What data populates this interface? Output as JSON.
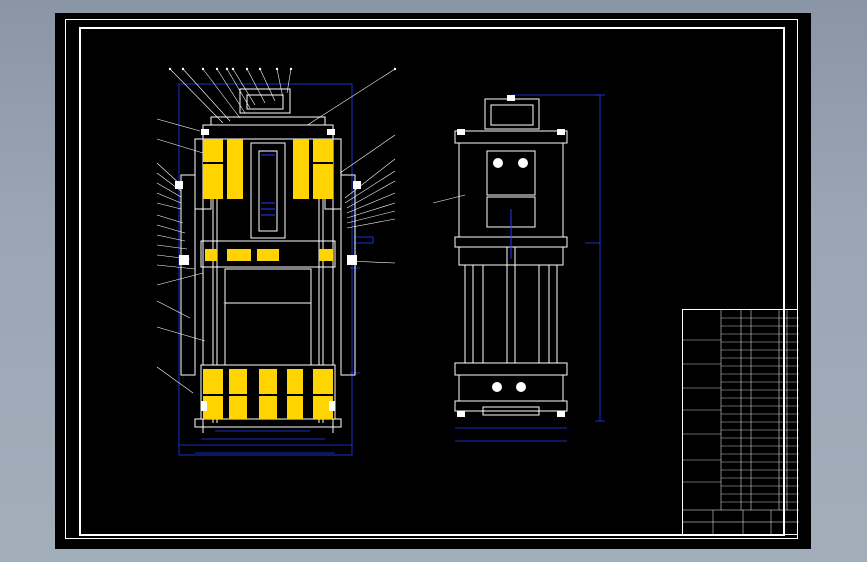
{
  "drawing": {
    "type": "engineering-assembly-drawing",
    "colors": {
      "background": "#000000",
      "line": "#ffffff",
      "dimension": "#1e3cff",
      "hatch": "#ffd400",
      "window": "#8e9aaa"
    },
    "views": [
      "front-section-view",
      "side-view"
    ],
    "notes_title": "",
    "notes": []
  }
}
